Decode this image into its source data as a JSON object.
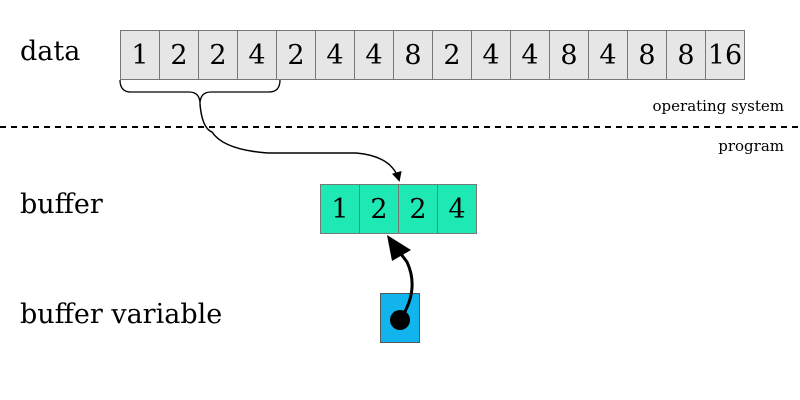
{
  "labels": {
    "data": "data",
    "buffer": "buffer",
    "buffer_variable": "buffer variable",
    "operating_system": "operating system",
    "program": "program"
  },
  "data_values": [
    "1",
    "2",
    "2",
    "4",
    "2",
    "4",
    "4",
    "8",
    "2",
    "4",
    "4",
    "8",
    "4",
    "8",
    "8",
    "16"
  ],
  "buffer_values": [
    "1",
    "2",
    "2",
    "4"
  ],
  "colors": {
    "data_cell": "#e6e6e6",
    "buffer_cell": "#1ee8b4",
    "buffer_variable_box": "#12b4ee"
  }
}
